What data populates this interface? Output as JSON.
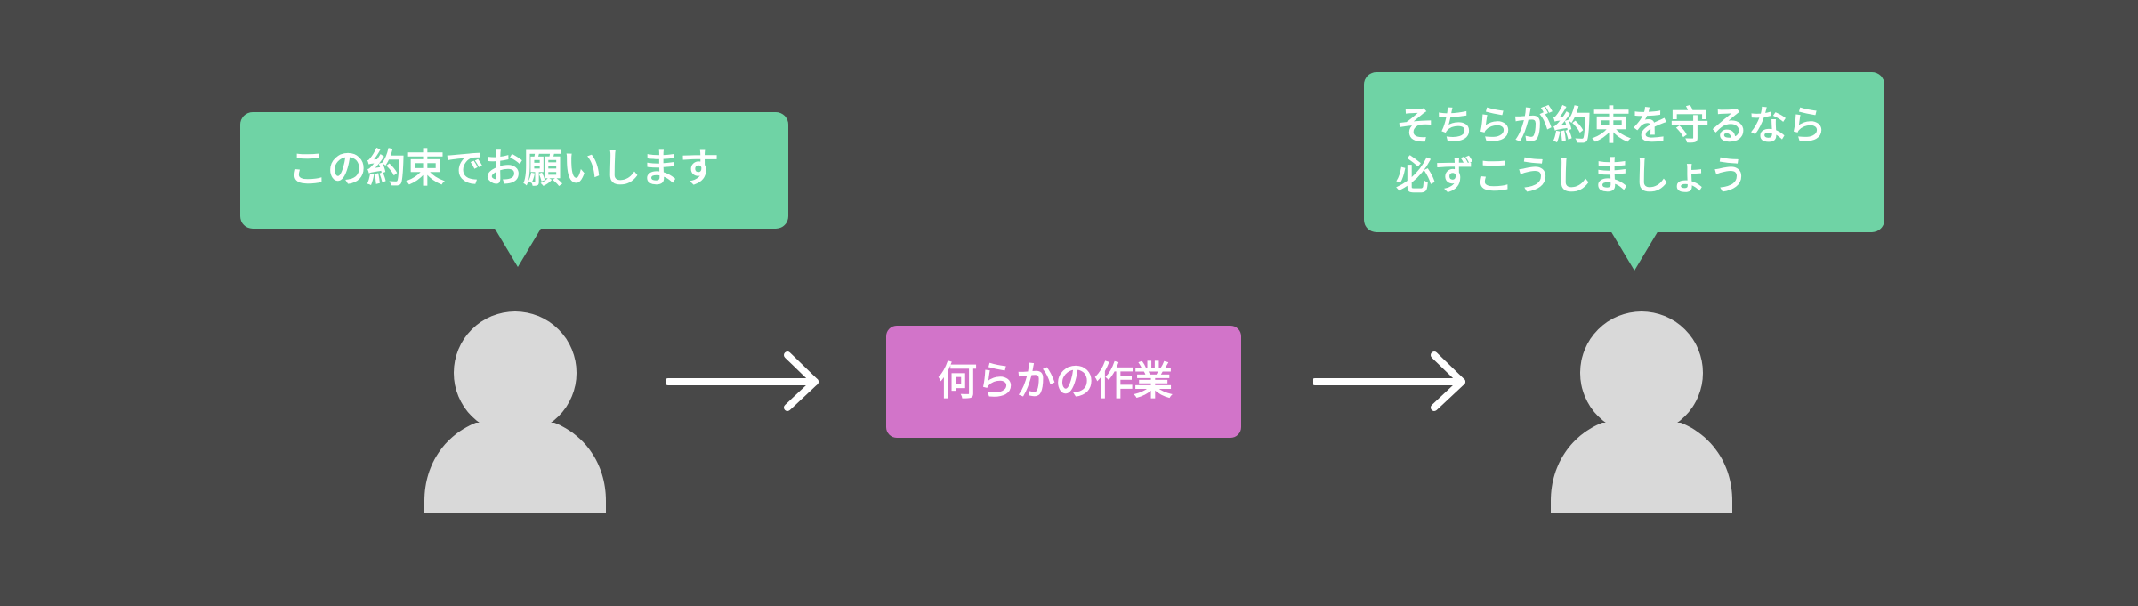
{
  "left_person": {
    "speech": "この約束でお願いします"
  },
  "task": {
    "label": "何らかの作業"
  },
  "right_person": {
    "speech_lines": [
      "そちらが約束を守るなら",
      "必ずこうしましょう"
    ]
  },
  "colors": {
    "background": "#484848",
    "bubble": "#6fd3a5",
    "task_box": "#d274c9",
    "person": "#d9d9d9",
    "arrow": "#ffffff"
  },
  "icons": [
    "person-icon",
    "arrow-right-icon"
  ]
}
